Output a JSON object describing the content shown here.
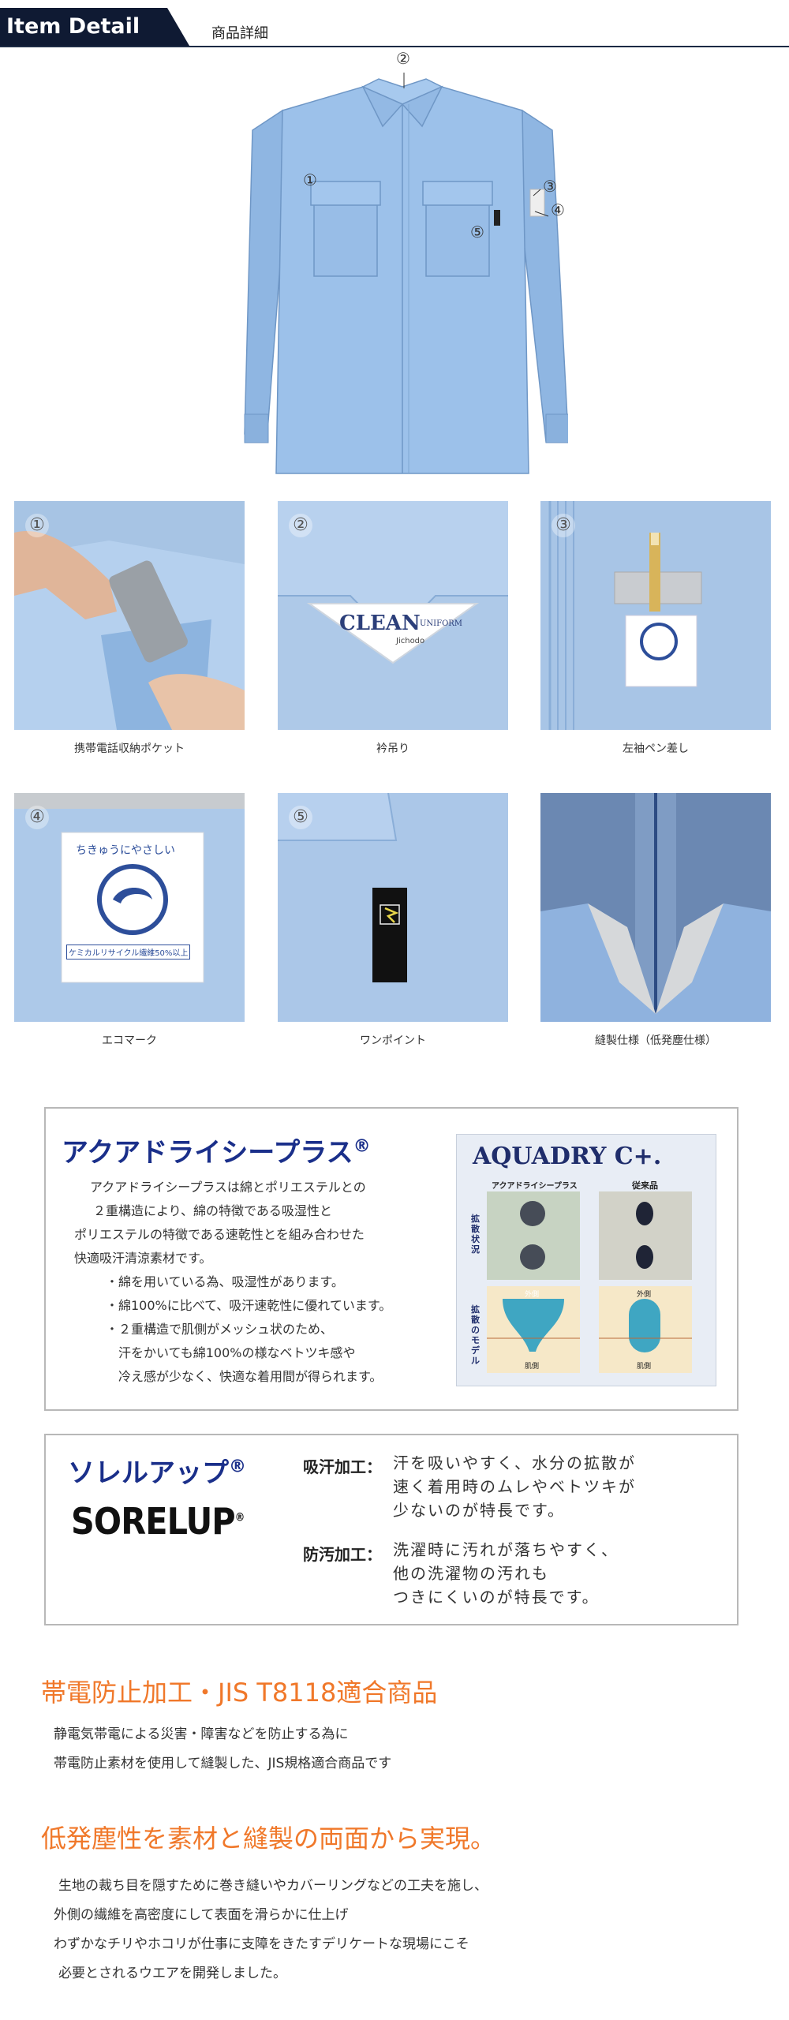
{
  "header": {
    "badge": "Item Detail",
    "subtitle": "商品詳細"
  },
  "main_callouts": [
    "①",
    "②",
    "③",
    "④",
    "⑤"
  ],
  "details": [
    {
      "num": "①",
      "caption": "携帯電話収納ポケット"
    },
    {
      "num": "②",
      "caption": "衿吊り",
      "label_main": "CLEAN",
      "label_sub": "UNIFORM",
      "label_brand": "Jichodo"
    },
    {
      "num": "③",
      "caption": "左袖ペン差し"
    },
    {
      "num": "④",
      "caption": "エコマーク",
      "eco_top": "ちきゅうにやさしい",
      "eco_bottom": "ケミカルリサイクル繊維50%以上"
    },
    {
      "num": "⑤",
      "caption": "ワンポイント"
    },
    {
      "num": "",
      "caption": "縫製仕様（低発塵仕様）"
    }
  ],
  "aquadry": {
    "title": "アクアドライシープラス",
    "reg": "®",
    "lines": [
      "アクアドライシープラスは綿とポリエステルとの",
      "２重構造により、綿の特徴である吸湿性と",
      "ポリエステルの特徴である速乾性とを組み合わせた",
      "快適吸汗清涼素材です。",
      "・綿を用いている為、吸湿性があります。",
      "・綿100%に比べて、吸汗速乾性に優れています。",
      "・２重構造で肌側がメッシュ状のため、",
      "汗をかいても綿100%の様なベトツキ感や",
      "冷え感が少なく、快適な着用間が得られます。"
    ],
    "figure": {
      "logo": "AQUADRY C+.",
      "col1": "アクアドライシープラス",
      "col2": "従来品",
      "row1": "拡散状況",
      "row2": "拡散のモデル",
      "outer": "外側",
      "skin": "肌側"
    }
  },
  "sorelup": {
    "title": "ソレルアップ",
    "reg": "®",
    "logo": "SORELUP",
    "items": [
      {
        "label": "吸汗加工：",
        "lines": [
          "汗を吸いやすく、水分の拡散が",
          "速く着用時のムレやベトツキが",
          "少ないのが特長です。"
        ]
      },
      {
        "label": "防汚加工：",
        "lines": [
          "洗濯時に汚れが落ちやすく、",
          "他の洗濯物の汚れも",
          "つきにくいのが特長です。"
        ]
      }
    ]
  },
  "antistatic": {
    "title": "帯電防止加工・JIS T8118適合商品",
    "lines": [
      "静電気帯電による災害・障害などを防止する為に",
      "帯電防止素材を使用して縫製した、JIS規格適合商品です"
    ]
  },
  "lowdust": {
    "title": "低発塵性を素材と縫製の両面から実現。",
    "lines": [
      "生地の裁ち目を隠すために巻き縫いやカバーリングなどの工夫を施し、",
      "外側の繊維を高密度にして表面を滑らかに仕上げ",
      "わずかなチリやホコリが仕事に支障をきたすデリケートな現場にこそ",
      "必要とされるウエアを開発しました。"
    ]
  }
}
